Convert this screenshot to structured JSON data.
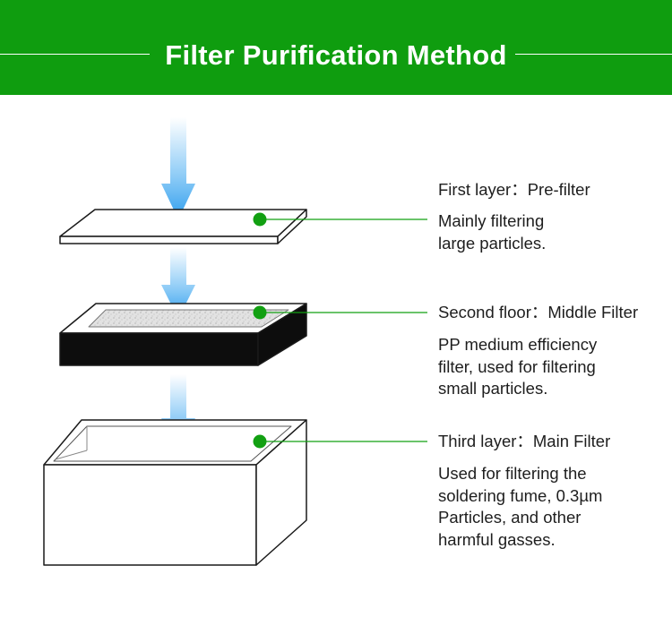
{
  "header": {
    "title": "Filter Purification Method",
    "background_color": "#0f9d0f"
  },
  "layers": [
    {
      "title": "First layer：Pre-filter",
      "description": "Mainly filtering\nlarge particles."
    },
    {
      "title": "Second floor：Middle Filter",
      "description": "PP medium efficiency\nfilter, used for filtering\nsmall particles."
    },
    {
      "title": "Third layer：Main Filter",
      "description": "Used for filtering the\nsoldering fume, 0.3µm\nParticles, and other\nharmful gasses."
    }
  ],
  "colors": {
    "marker": "#12a012",
    "connector": "#12a012",
    "arrow": "#3aa6f0",
    "middle_filter_body": "#0d0d0d"
  },
  "icons": [
    "airflow-arrow-icon",
    "pre-filter-icon",
    "middle-filter-icon",
    "main-filter-box-icon"
  ]
}
